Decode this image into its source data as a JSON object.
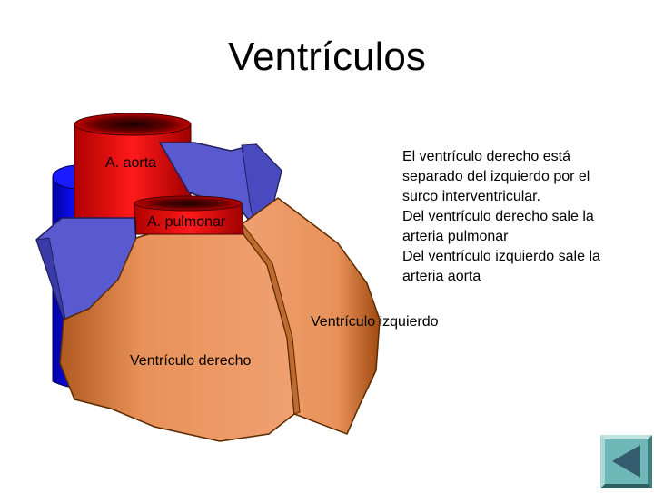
{
  "slide": {
    "title": "Ventrículos"
  },
  "labels": {
    "aorta": "A. aorta",
    "pulmonar": "A. pulmonar",
    "ventriculo_derecho": "Ventrículo derecho",
    "ventriculo_izquierdo": "Ventrículo izquierdo"
  },
  "description": {
    "lines": [
      "El ventrículo derecho está",
      "separado del izquierdo por el",
      "surco interventricular.",
      "Del ventrículo derecho sale la",
      "arteria pulmonar",
      "Del ventrículo izquierdo sale la",
      "arteria aorta"
    ]
  },
  "colors": {
    "aorta_red": "#e00000",
    "vein_blue": "#0000ee",
    "atrium_blue": "#5a5ad0",
    "ventricle_orange": "#e8925a",
    "nav_teal": "#6fb8b8"
  },
  "navigation": {
    "back_icon": "triangle-left-icon"
  }
}
